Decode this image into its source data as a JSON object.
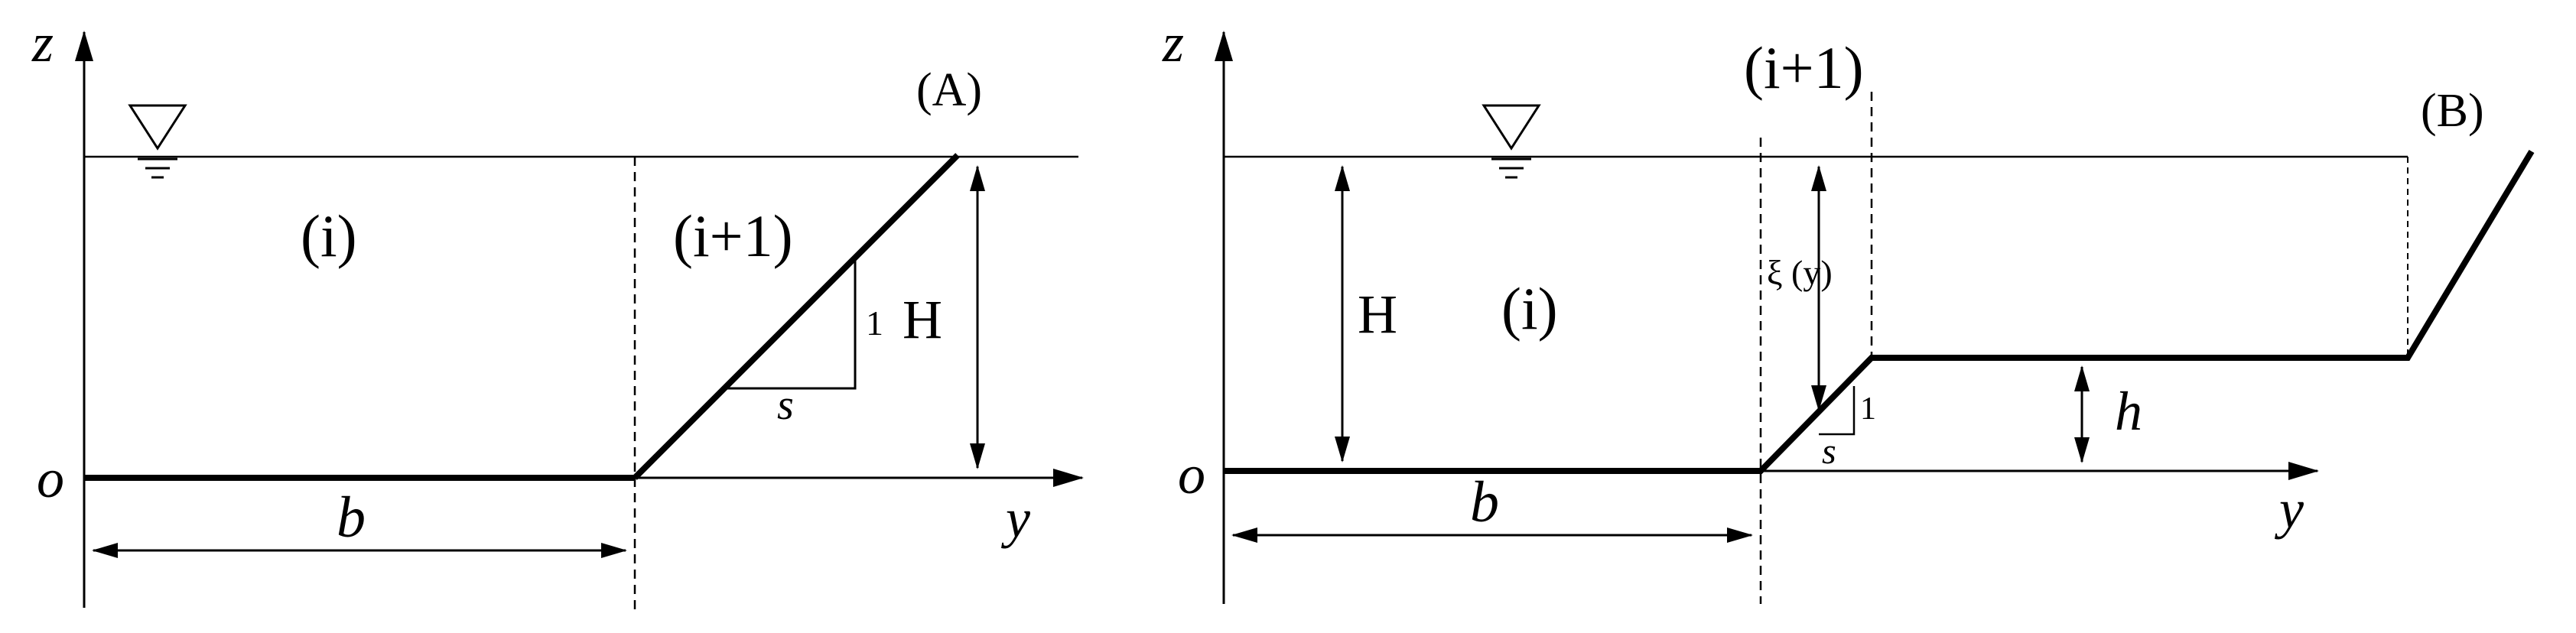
{
  "panel_a": {
    "tag": "(A)",
    "z_axis": "z",
    "y_axis": "y",
    "origin": "o",
    "region_left": "(i)",
    "region_right": "(i+1)",
    "depth": "H",
    "width": "b",
    "slope_run": "s",
    "slope_rise": "1"
  },
  "panel_b": {
    "tag": "(B)",
    "z_axis": "z",
    "y_axis": "y",
    "origin": "o",
    "region_left": "(i)",
    "region_top": "(i+1)",
    "depth": "H",
    "width": "b",
    "slope_run": "s",
    "slope_rise": "1",
    "step": "h",
    "local_depth": "ξ (y)"
  }
}
